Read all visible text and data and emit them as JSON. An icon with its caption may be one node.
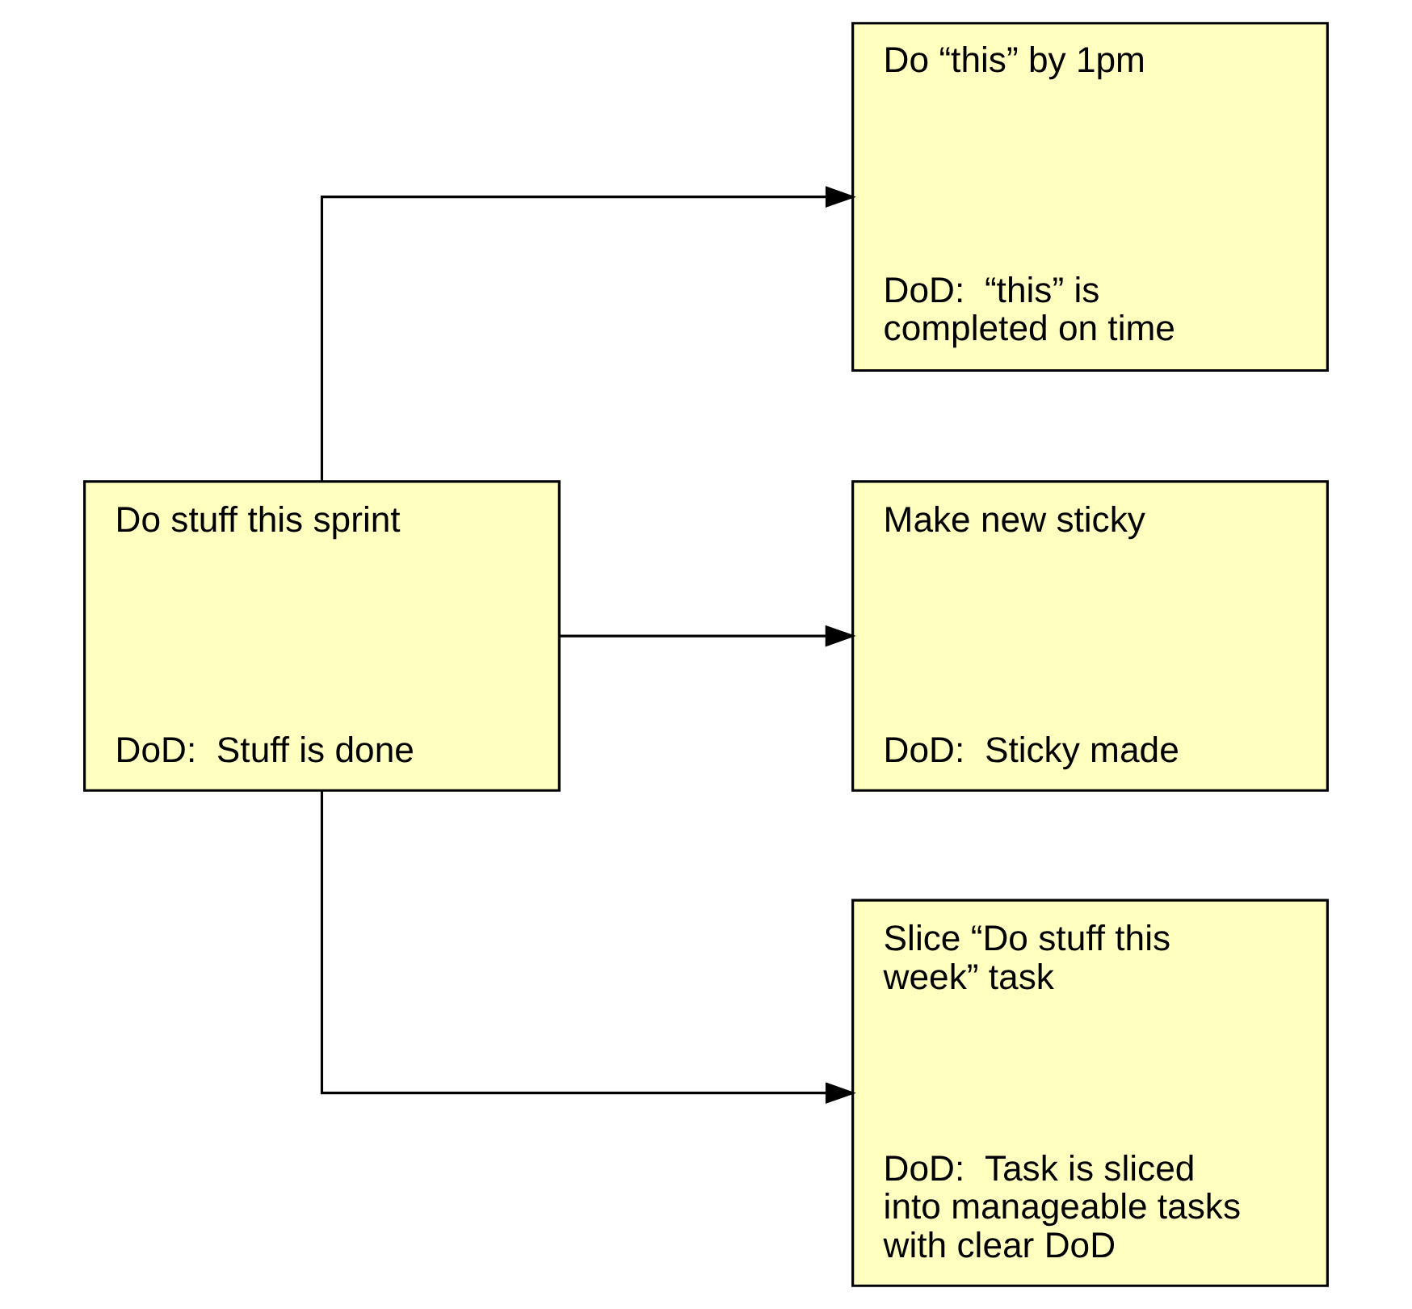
{
  "diagram": {
    "nodes": [
      {
        "text": [
          "Do stuff this sprint",
          "DoD:  Stuff is done"
        ]
      },
      {
        "text": [
          "Do “this” by 1pm",
          "DoD:  “this” is completed on time"
        ]
      },
      {
        "text": [
          "Make new sticky",
          "DoD:  Sticky made"
        ]
      },
      {
        "text": [
          "Slice “Do stuff this week” task",
          "DoD:  Task is sliced into manageable tasks with clear DoD"
        ]
      }
    ],
    "edges": [
      {
        "from": 0,
        "to": 1,
        "arrow": "to"
      },
      {
        "from": 0,
        "to": 2,
        "arrow": "to"
      },
      {
        "from": 0,
        "to": 3,
        "arrow": "to"
      }
    ]
  }
}
